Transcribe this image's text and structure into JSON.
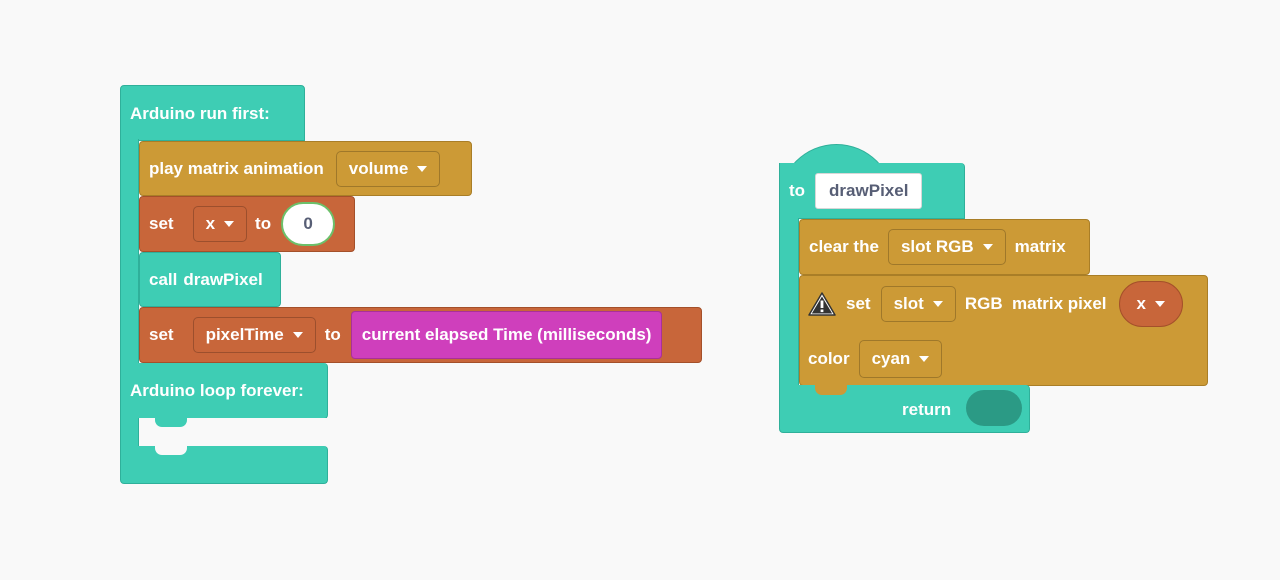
{
  "stack1": {
    "setup_hat": "Arduino run first:",
    "play_block": {
      "label": "play matrix animation",
      "dropdown": "volume"
    },
    "set_x": {
      "set_label": "set",
      "var": "x",
      "to_label": "to",
      "value": "0"
    },
    "call_block": {
      "label": "call",
      "name": "drawPixel"
    },
    "set_time": {
      "set_label": "set",
      "var": "pixelTime",
      "to_label": "to",
      "reporter": "current elapsed Time (milliseconds)"
    },
    "loop_hat": "Arduino loop forever:"
  },
  "procedure": {
    "to_label": "to",
    "name": "drawPixel",
    "clear_block": {
      "label": "clear the",
      "dropdown": "slot RGB",
      "suffix": "matrix"
    },
    "set_pixel": {
      "set_label": "set",
      "slot": "slot",
      "middle": "RGB  matrix pixel",
      "var": "x",
      "color_label": "color",
      "color": "cyan"
    },
    "return_label": "return"
  },
  "colors": {
    "teal": "#3ecdb4",
    "gold": "#cc9a36",
    "rust": "#c8663a",
    "magenta": "#cf3fbc"
  }
}
